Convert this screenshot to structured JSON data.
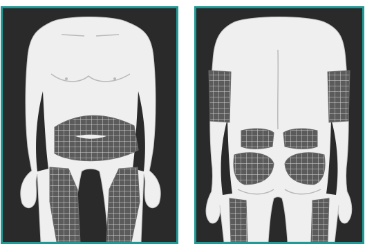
{
  "colors": {
    "frame": "#1f9a96",
    "background": "#2a2a2a",
    "body": "#efefef",
    "outline": "#b9b9b9",
    "grid_fill": "#5b5b5b",
    "grid_line": "#d6d6d6"
  },
  "figures": [
    {
      "view": "front",
      "shaded_areas": [
        "abdomen",
        "left-thigh",
        "right-thigh"
      ]
    },
    {
      "view": "back",
      "shaded_areas": [
        "left-upper-arm",
        "right-upper-arm",
        "lower-back",
        "buttocks",
        "left-back-thigh",
        "right-back-thigh"
      ]
    }
  ]
}
